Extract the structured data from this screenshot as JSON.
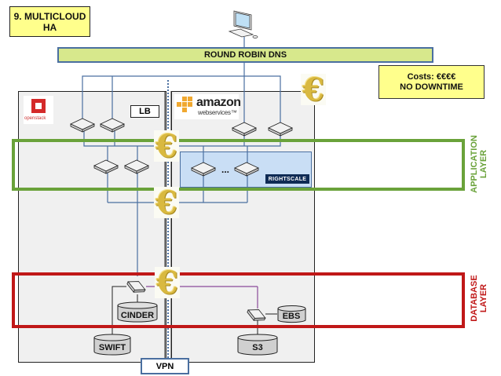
{
  "title": {
    "line1": "9. MULTICLOUD",
    "line2": "HA"
  },
  "dns": {
    "label": "ROUND ROBIN DNS"
  },
  "costs": {
    "line1": "Costs: €€€€",
    "line2": "NO DOWNTIME"
  },
  "clouds": {
    "openstack": {
      "logo_text": "openstack",
      "lb_label": "LB"
    },
    "aws": {
      "logo_text": "amazon",
      "logo_subtext": "webservices™",
      "rightscale_label": "RIGHTSCALE",
      "ellipsis": "..."
    }
  },
  "layers": {
    "application": {
      "line1": "APPLICATION",
      "line2": "LAYER",
      "color": "#6aa23a"
    },
    "database": {
      "line1": "DATABASE",
      "line2": "LAYER",
      "color": "#c01818"
    }
  },
  "storage": {
    "cinder": "CINDER",
    "swift": "SWIFT",
    "ebs": "EBS",
    "s3": "S3"
  },
  "vpn": {
    "label": "VPN"
  },
  "cost_symbol": "€",
  "icons": [
    "computer-monitor-icon",
    "server-icon",
    "database-cylinder-icon",
    "euro-icon",
    "openstack-logo",
    "aws-logo",
    "rightscale-logo"
  ]
}
